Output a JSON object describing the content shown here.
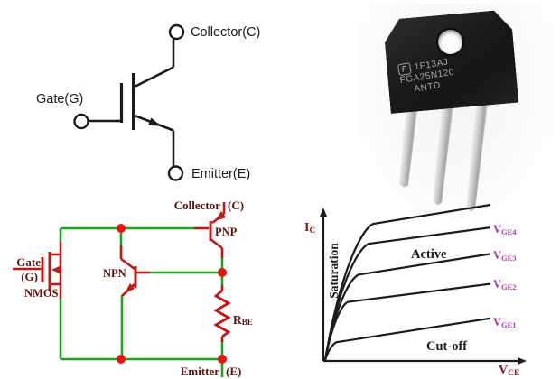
{
  "symbol_diagram": {
    "collector_label": "Collector(C)",
    "gate_label": "Gate(G)",
    "emitter_label": "Emitter(E)",
    "line_color": "#1b1b1b"
  },
  "component_photo": {
    "logo_letter": "F",
    "marking_line1": "1F13AJ",
    "marking_line2": "FGA25N120",
    "marking_line3": "ANTD"
  },
  "equivalent_circuit": {
    "labels": {
      "collector": "Collector",
      "collector_pin": "(C)",
      "pnp": "PNP",
      "npn": "NPN",
      "gate": "Gate",
      "gate_pin": "(G)",
      "nmos": "NMOS",
      "resistor_main": "R",
      "resistor_sub": "BE",
      "emitter": "Emitter",
      "emitter_pin": "(E)"
    },
    "colors": {
      "wire": "#21a121",
      "component": "#c01718",
      "junction": "#ee1111",
      "label": "#5e120e"
    }
  },
  "chart_data": {
    "type": "line",
    "ylabel_base": "I",
    "ylabel_sub": "C",
    "xlabel_base": "V",
    "xlabel_sub": "CE",
    "regions": [
      "Saturation",
      "Active",
      "Cut-off"
    ],
    "axis_label_color": "#8b1212",
    "curve_color": "#1b1b1b",
    "gate_label_color": "#a23aa2",
    "grid": false,
    "axes_ticks": "none (qualitative sketch)",
    "series": [
      {
        "label_base": "",
        "label_sub": "",
        "points": [
          [
            0,
            0
          ],
          [
            28.8,
            87.7
          ],
          [
            100,
            100
          ]
        ]
      },
      {
        "label_base": "V",
        "label_sub": "GE4",
        "points": [
          [
            0,
            0
          ],
          [
            26.1,
            74.9
          ],
          [
            100,
            85.4
          ]
        ]
      },
      {
        "label_base": "V",
        "label_sub": "GE3",
        "points": [
          [
            0,
            0
          ],
          [
            20.1,
            55.0
          ],
          [
            100,
            68.4
          ]
        ]
      },
      {
        "label_base": "V",
        "label_sub": "GE2",
        "points": [
          [
            0,
            0
          ],
          [
            13.6,
            37.4
          ],
          [
            100,
            49.1
          ]
        ]
      },
      {
        "label_base": "V",
        "label_sub": "GE1",
        "points": [
          [
            0,
            0
          ],
          [
            7.0,
            11.5
          ],
          [
            100,
            26.9
          ]
        ]
      }
    ]
  }
}
